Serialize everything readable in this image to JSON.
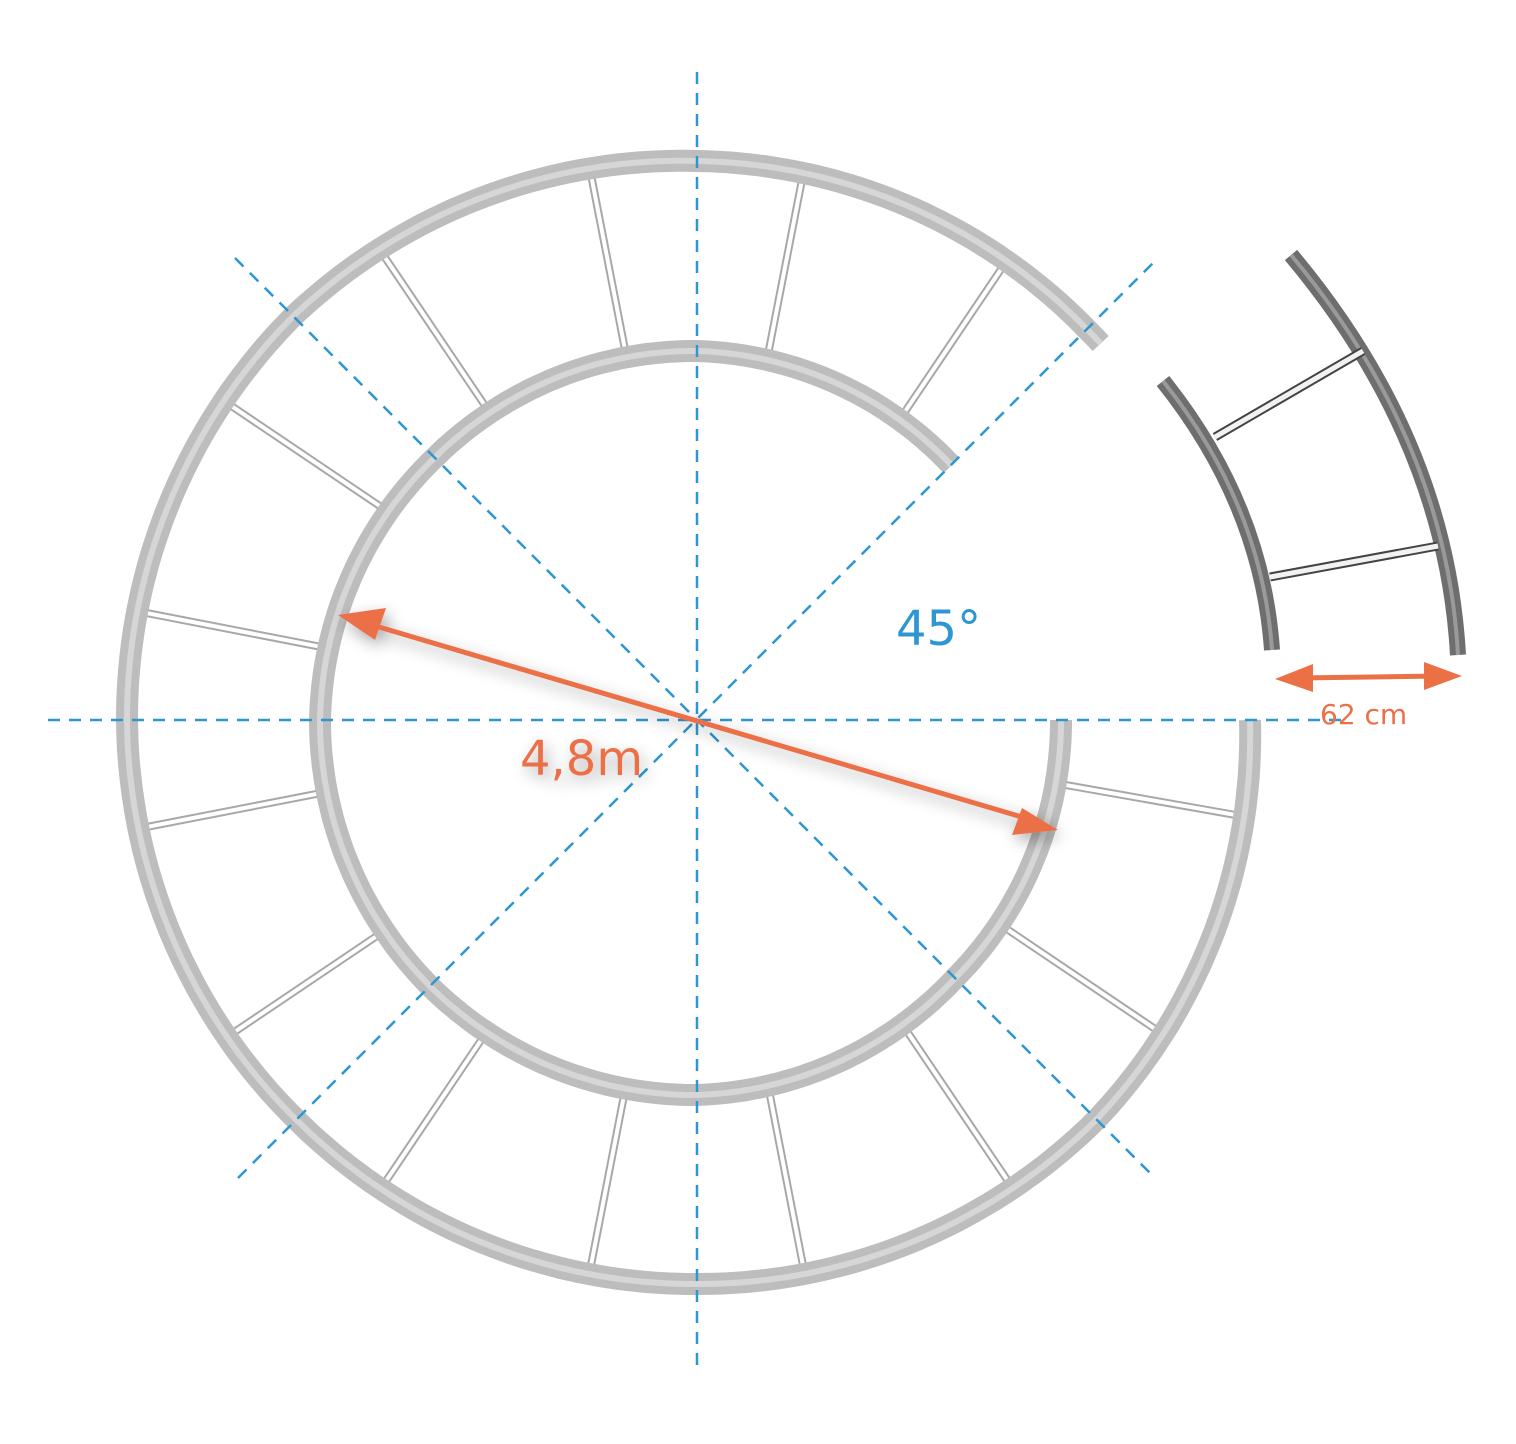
{
  "labels": {
    "angle": "45°",
    "diameter": "4,8m",
    "width": "62 cm"
  },
  "colors": {
    "axis": "#2e96d1",
    "dimension": "#ec7046",
    "rail": "#bdbdbd",
    "rail_highlight": "#d6d6d6",
    "rail_dark": "#6e6e6e",
    "rail_dark_highlight": "#9a9a9a",
    "rung_stroke": "#a8a8a8",
    "rung_fill": "#ffffff"
  },
  "track": {
    "segment_angle_deg": 45,
    "diameter_m": 4.8,
    "width_cm": 62
  }
}
